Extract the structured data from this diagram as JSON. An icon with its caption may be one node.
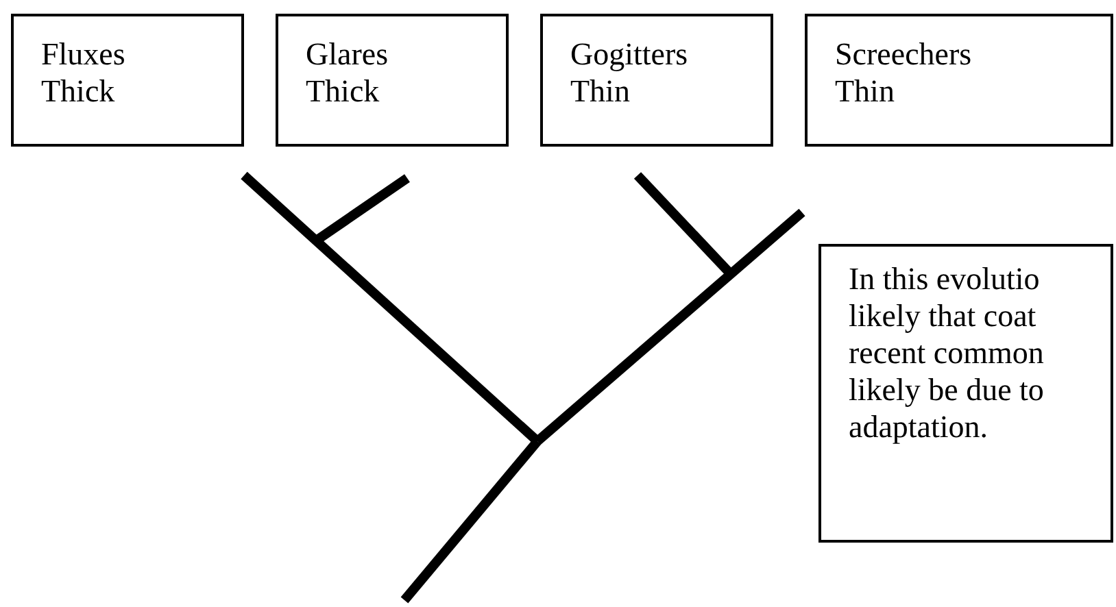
{
  "diagram": {
    "nodes": [
      {
        "text": [
          "Fluxes",
          "Thick"
        ]
      },
      {
        "text": [
          "Glares",
          "Thick"
        ]
      },
      {
        "text": [
          "Gogitters",
          "Thin"
        ]
      },
      {
        "text": [
          "Screechers",
          "Thin"
        ]
      },
      {
        "text": [
          "In this evolutio likely that coat recent common likely be due to adaptation."
        ]
      }
    ]
  }
}
